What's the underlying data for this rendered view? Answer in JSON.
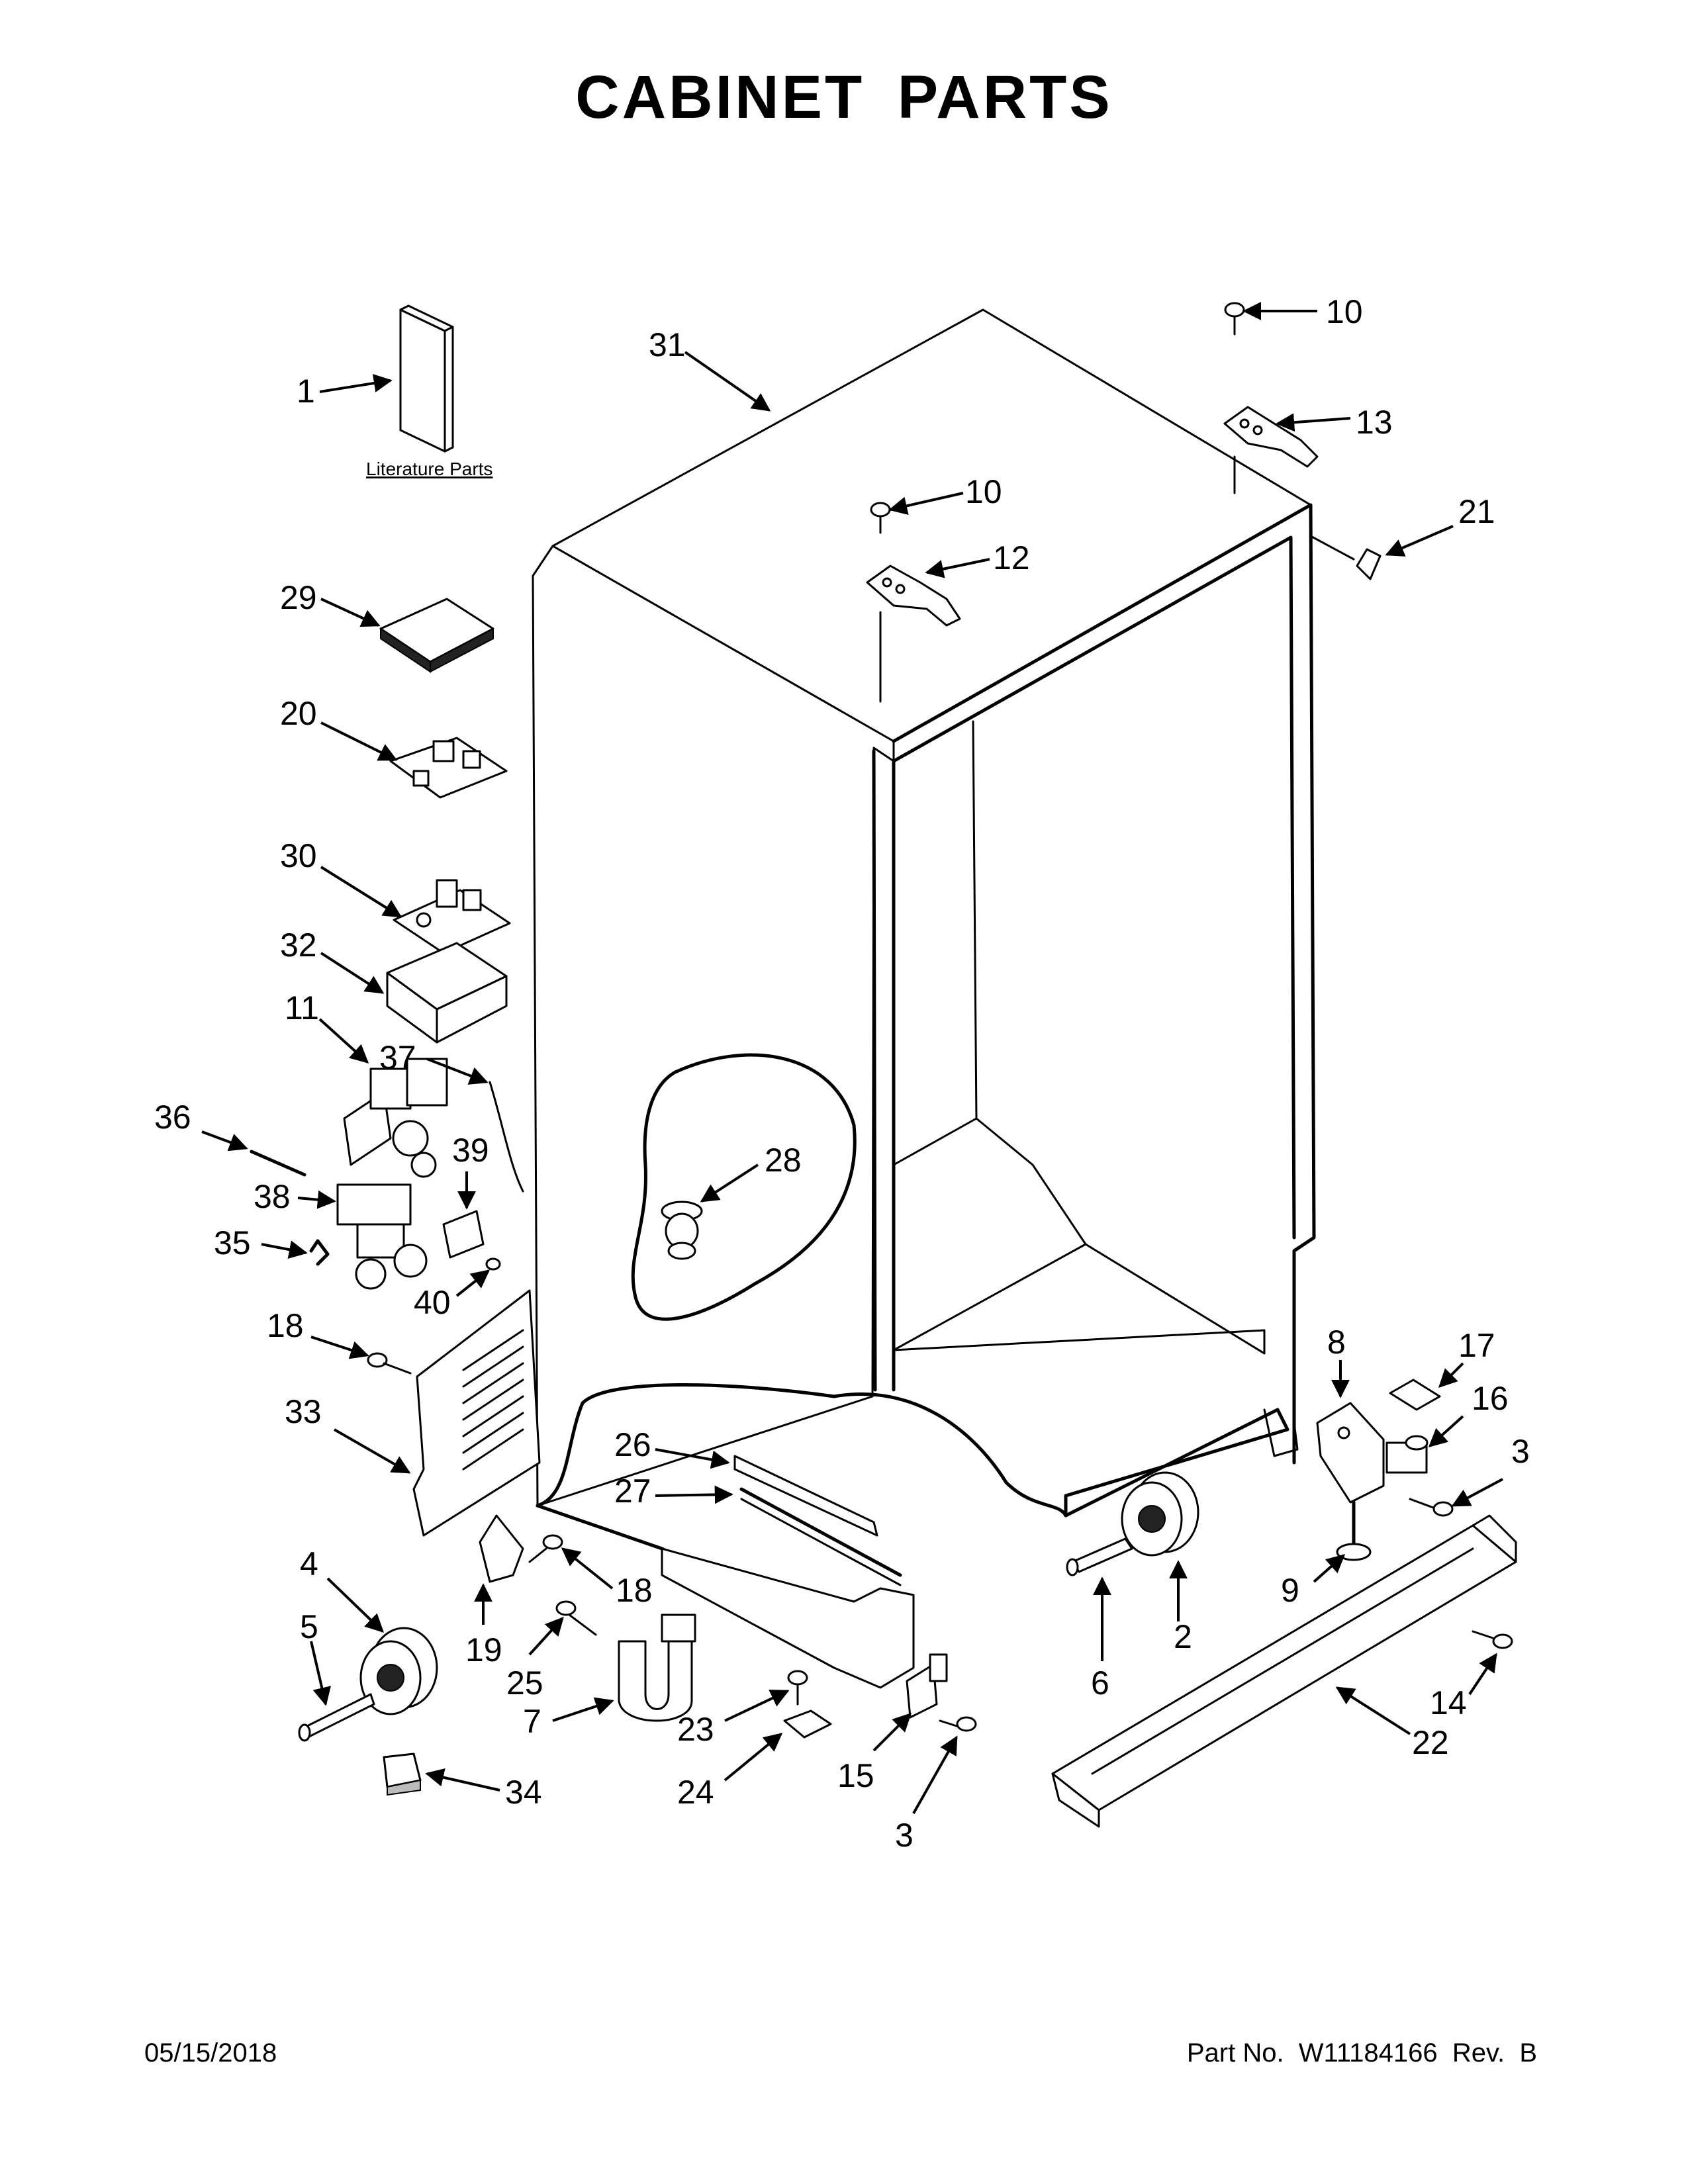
{
  "title": "CABINET PARTS",
  "literature_label": "Literature Parts",
  "footer": {
    "date": "05/15/2018",
    "part_number": "Part No.  W11184166  Rev.  B"
  },
  "callouts": {
    "c1": "1",
    "c2": "2",
    "c3a": "3",
    "c3b": "3",
    "c4": "4",
    "c5": "5",
    "c6": "6",
    "c7": "7",
    "c8": "8",
    "c9": "9",
    "c10a": "10",
    "c10b": "10",
    "c11": "11",
    "c12": "12",
    "c13": "13",
    "c14": "14",
    "c15": "15",
    "c16": "16",
    "c17": "17",
    "c18a": "18",
    "c18b": "18",
    "c19": "19",
    "c20": "20",
    "c21": "21",
    "c22": "22",
    "c23": "23",
    "c24": "24",
    "c25": "25",
    "c26": "26",
    "c27": "27",
    "c28": "28",
    "c29": "29",
    "c30": "30",
    "c31": "31",
    "c32": "32",
    "c33": "33",
    "c34": "34",
    "c35": "35",
    "c36": "36",
    "c37": "37",
    "c38": "38",
    "c39": "39",
    "c40": "40"
  }
}
